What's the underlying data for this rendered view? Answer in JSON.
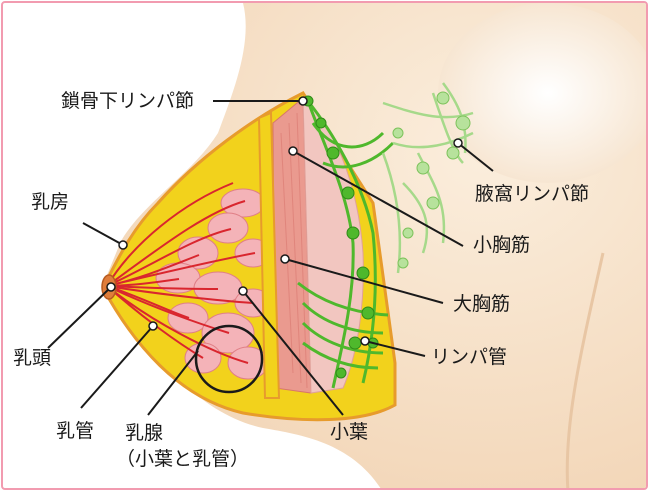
{
  "labels": {
    "subclavian_node": "鎖骨下リンパ節",
    "axillary_node": "腋窩リンパ節",
    "pectoralis_minor": "小胸筋",
    "pectoralis_major": "大胸筋",
    "lymph_vessel": "リンパ管",
    "breast": "乳房",
    "nipple": "乳頭",
    "duct": "乳管",
    "mammary_gland": "乳腺",
    "mammary_gland_sub": "（小葉と乳管）",
    "lobule": "小葉"
  },
  "colors": {
    "frame": "#f29bb0",
    "skin": "#f5dcc0",
    "fat": "#f2d21c",
    "lobule": "#f4b3b8",
    "duct": "#d9262e",
    "muscle": "#ea9a8f",
    "lymph": "#4fb82c",
    "leader": "#1a1a1a"
  }
}
